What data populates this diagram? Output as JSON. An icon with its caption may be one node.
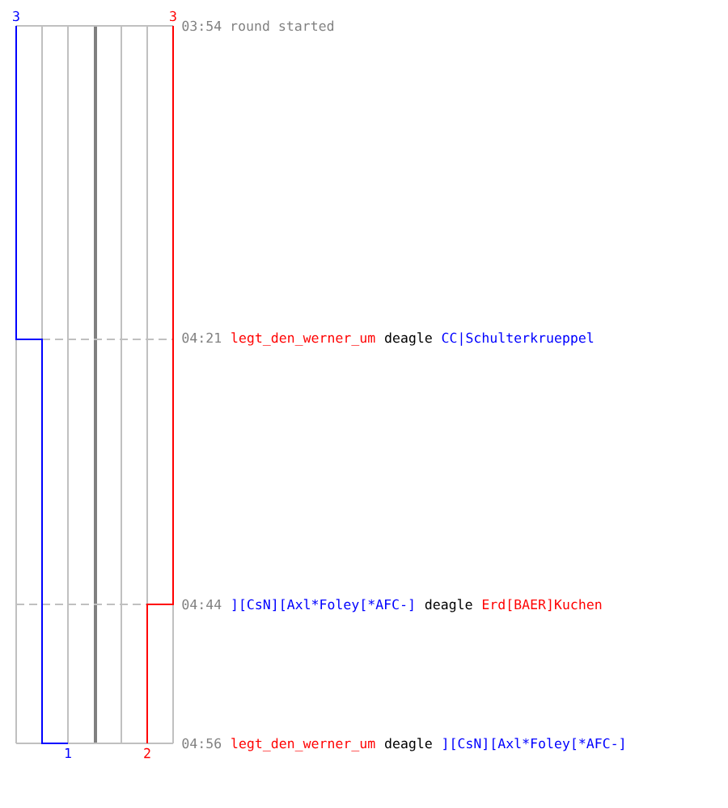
{
  "diagram": {
    "labels": [
      "3",
      "3",
      "03:54 round started",
      "04:21",
      "legt_den_werner_um",
      "deagle",
      "CC|Schulterkrueppel",
      "04:44",
      "][CsN][Axl*Foley[*AFC-]",
      "deagle",
      "Erd[BAER]Kuchen",
      "04:56",
      "legt_den_werner_um",
      "deagle",
      "][CsN][Axl*Foley[*AFC-]",
      "1",
      "2"
    ]
  }
}
